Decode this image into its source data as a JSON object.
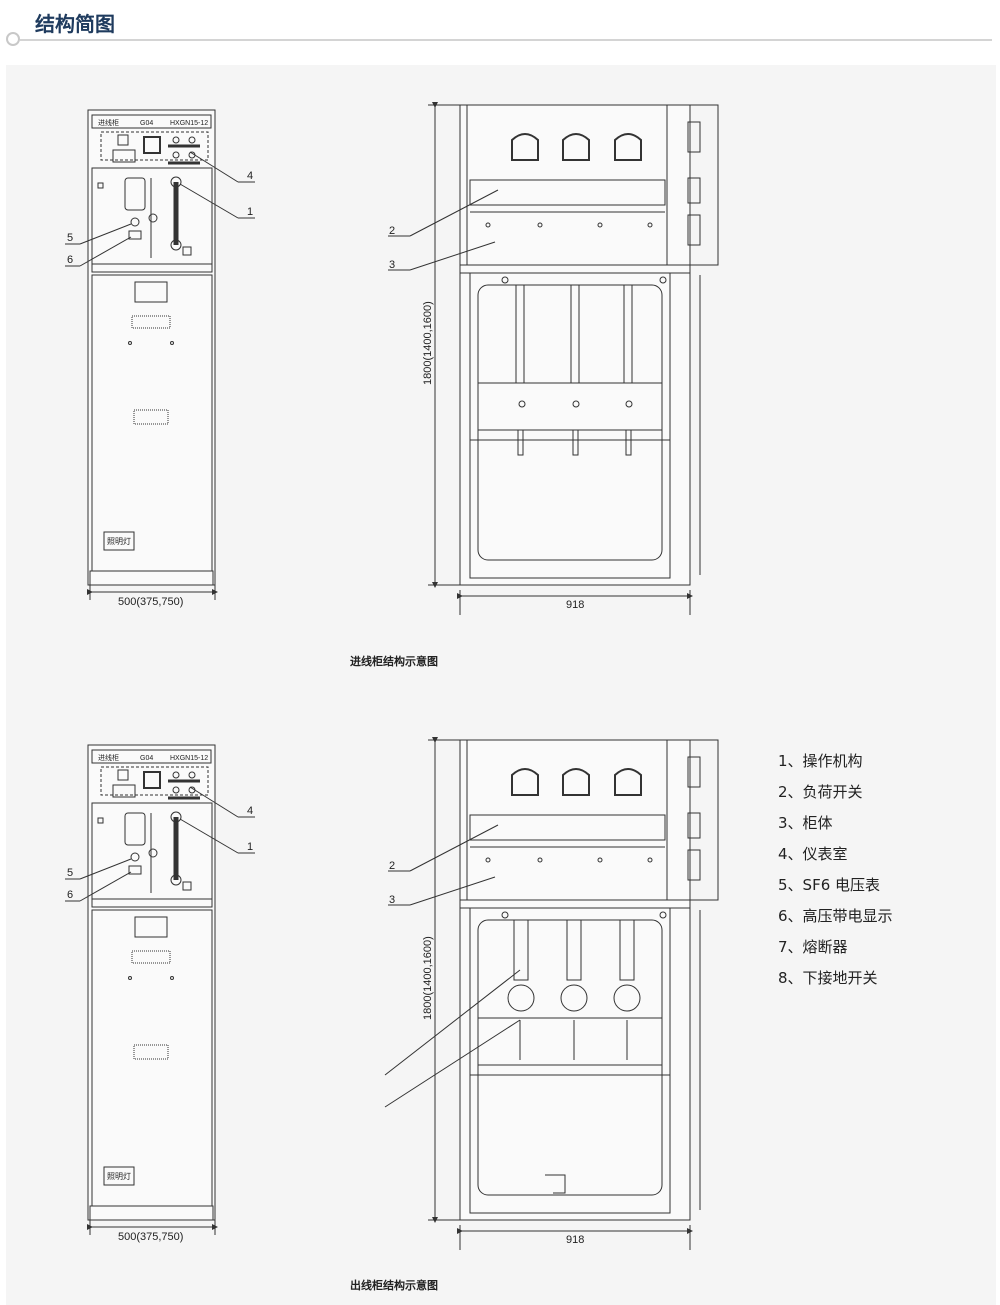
{
  "header": {
    "title": "结构简图"
  },
  "cabinet_panel": {
    "name": "进线柜",
    "code": "G04",
    "model": "HXGN15-12",
    "lamp": "照明灯"
  },
  "dimensions": {
    "width_front": "500(375,750)",
    "height": "1800(1400,1600)",
    "depth": "918"
  },
  "callouts": {
    "n1": "1",
    "n2": "2",
    "n3": "3",
    "n4": "4",
    "n5": "5",
    "n6": "6"
  },
  "diagrams": [
    {
      "caption": "进线柜结构示意图"
    },
    {
      "caption": "出线柜结构示意图"
    }
  ],
  "legend": [
    "1、操作机构",
    "2、负荷开关",
    "3、柜体",
    "4、仪表室",
    "5、SF6 电压表",
    "6、高压带电显示",
    "7、熔断器",
    "8、下接地开关"
  ]
}
